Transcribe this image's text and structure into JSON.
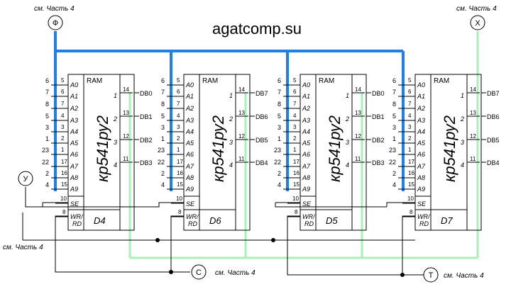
{
  "title": "agatcomp.su",
  "colors": {
    "bus": "#1f7fe8",
    "data_bus": "#a8f0b8",
    "line": "#000000"
  },
  "part_ref": "см. Часть 4",
  "connectors": {
    "phi": "Ф",
    "x": "X",
    "u": "У",
    "c": "С",
    "t": "Т"
  },
  "address_pins": [
    "A0",
    "A1",
    "A2",
    "A3",
    "A4",
    "A5",
    "A6",
    "A7",
    "A8",
    "A9"
  ],
  "address_pin_numbers": [
    "5",
    "6",
    "7",
    "4",
    "3",
    "2",
    "1",
    "17",
    "16",
    "15"
  ],
  "address_bus_numbers": [
    "6",
    "7",
    "8",
    "5",
    "3",
    "1",
    "23",
    "22",
    "2",
    "4"
  ],
  "control_pins": {
    "se": "SE",
    "wr": "WR/",
    "rd": "RD",
    "se_num": "10",
    "wr_num": "8"
  },
  "ram_label": "RAM",
  "chip_type": "кр541ру2",
  "data_pin_inner": [
    "1",
    "2",
    "3",
    "4"
  ],
  "data_pin_outer": [
    "14",
    "13",
    "12",
    "11"
  ],
  "chips": [
    {
      "id": "D4",
      "signals": [
        "DB0",
        "DB1",
        "DB2",
        "DB3"
      ]
    },
    {
      "id": "D6",
      "signals": [
        "DB7",
        "DB6",
        "DB5",
        "DB4"
      ]
    },
    {
      "id": "D5",
      "signals": [
        "DB0",
        "DB1",
        "DB2",
        "DB3"
      ]
    },
    {
      "id": "D7",
      "signals": [
        "DB7",
        "DB6",
        "DB5",
        "DB4"
      ]
    }
  ]
}
